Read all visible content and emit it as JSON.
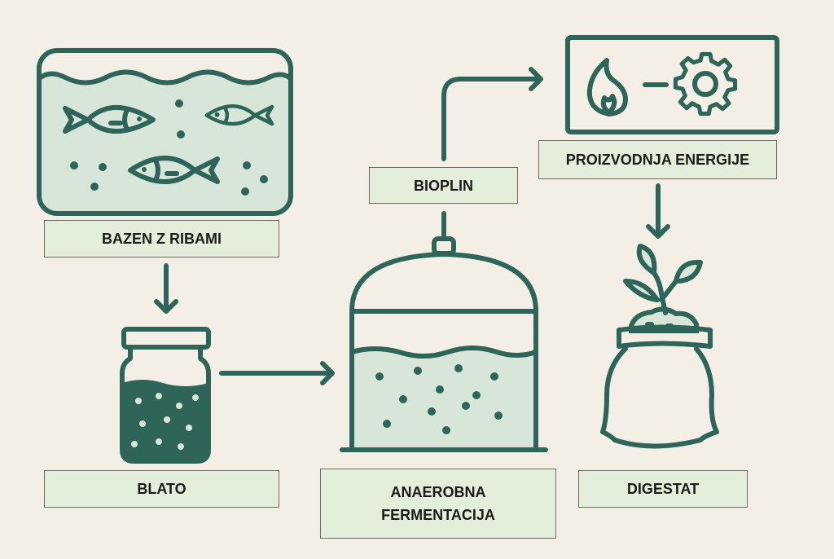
{
  "labels": {
    "fish_tank": "BAZEN Z RIBAMI",
    "sludge": "BLATO",
    "fermentation_line1": "ANAEROBNA",
    "fermentation_line2": "FERMENTACIJA",
    "biogas": "BIOPLIN",
    "energy": "PROIZVODNJA ENERGIJE",
    "digestate": "DIGESTAT"
  },
  "colors": {
    "background": "#f4efe6",
    "stroke": "#2f6458",
    "water": "#d8e6da",
    "label_fill": "#e3eedb"
  }
}
